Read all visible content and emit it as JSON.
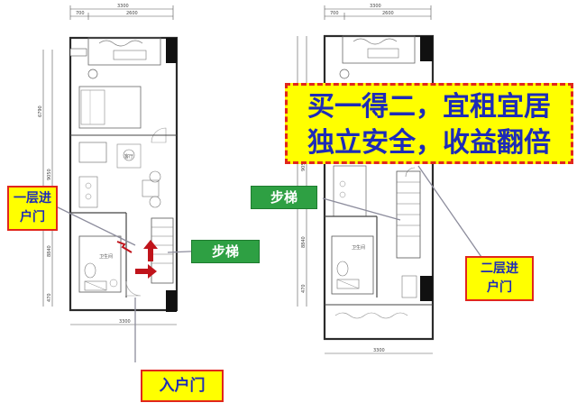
{
  "headline": {
    "line1": "买一得二，宜租宜居",
    "line2": "独立安全，收益翻倍"
  },
  "labels": {
    "first_floor_entry_l1": "一层进",
    "first_floor_entry_l2": "户门",
    "stairs_left": "步梯",
    "entrance_door": "入户门",
    "stairs_right": "步梯",
    "second_floor_entry_l1": "二层进",
    "second_floor_entry_l2": "户门"
  },
  "left_plan": {
    "dim_top_total": "3300",
    "dim_top_a": "700",
    "dim_top_b": "2600",
    "dim_side_total": "9050",
    "dim_side_a": "6790",
    "dim_side_b": "8840",
    "dim_side_c": "470",
    "dim_bottom": "3300",
    "room_living": "客厅",
    "room_bath": "卫生间"
  },
  "right_plan": {
    "dim_top_total": "3300",
    "dim_top_a": "700",
    "dim_top_b": "2600",
    "dim_side_total": "9050",
    "dim_side_b": "8840",
    "dim_side_c": "470",
    "dim_bottom": "3300",
    "room_bath": "卫生间"
  },
  "colors": {
    "label_bg": "#ffff00",
    "label_border": "#e1261c",
    "label_text": "#1d2bb8",
    "stair_label_bg": "#2ea043",
    "arrow_red": "#c0141b",
    "pointer_gray": "#8c8c9c",
    "wall": "#2b2b2b"
  }
}
